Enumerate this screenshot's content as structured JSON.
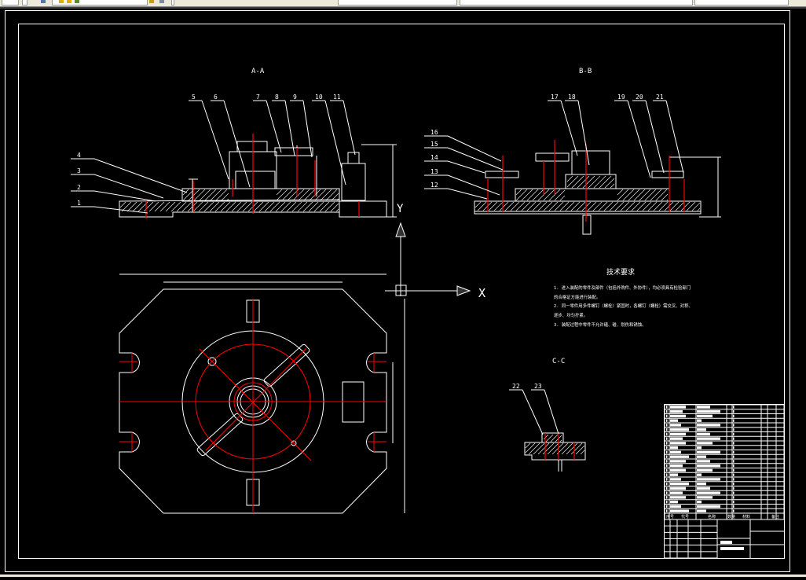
{
  "toolbar": {
    "segments": [
      "",
      "",
      "",
      "",
      ""
    ]
  },
  "drawing": {
    "background": "#000000",
    "line_color": "#ffffff",
    "centerline_color": "#ff0000",
    "views": {
      "section_aa": {
        "label": "A-A"
      },
      "section_bb": {
        "label": "B-B"
      },
      "section_cc": {
        "label": "C-C"
      }
    },
    "part_numbers": {
      "aa": [
        "1",
        "2",
        "3",
        "4",
        "5",
        "6",
        "7",
        "8",
        "9",
        "10",
        "11"
      ],
      "bb": [
        "12",
        "13",
        "14",
        "15",
        "16",
        "17",
        "18",
        "19",
        "20",
        "21"
      ],
      "cc": [
        "22",
        "23"
      ]
    },
    "ucs": {
      "x_label": "X",
      "y_label": "Y"
    },
    "side_axis_label": "Y",
    "tech_requirements": {
      "title": "技术要求",
      "lines": [
        "1. 进入装配的零件及部件（包括外购件、外协件），均必须具有检验部门",
        "的合格证方能进行装配。",
        "2. 同一零件用多件螺钉（螺栓）紧固时，各螺钉（螺栓）需交叉、对称、",
        "逐步、均匀拧紧。",
        "3. 装配过程中零件不允许磕、碰、划伤和锈蚀。"
      ]
    },
    "title_block": {
      "bom_rows": 24,
      "footer_labels": [
        "序号",
        "代号",
        "名称",
        "数量",
        "材料",
        "备注"
      ]
    }
  }
}
